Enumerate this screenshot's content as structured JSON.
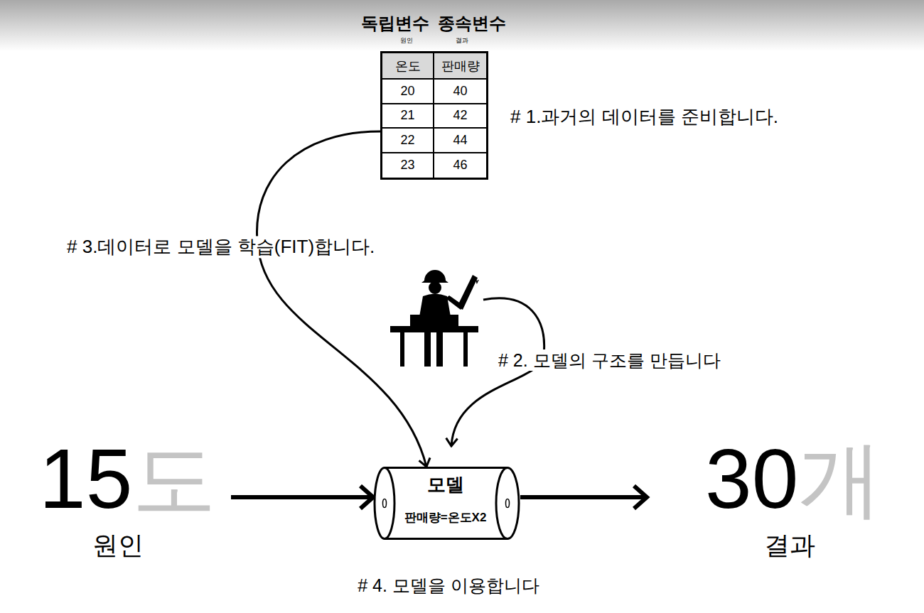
{
  "diagram": {
    "nodes": [
      {
        "text": [
          "온도",
          "판매량",
          "20",
          "40",
          "21",
          "42",
          "22",
          "44",
          "23",
          "46"
        ]
      },
      {
        "text": [
          "15",
          "도",
          "원인"
        ]
      },
      {
        "text": [
          "모델",
          "판매량=온도X2"
        ]
      },
      {
        "text": [
          "30",
          "개",
          "결과"
        ]
      }
    ],
    "edges": [
      {
        "from": 0,
        "to": 2,
        "arrow": "to",
        "label": "# 3.데이터로 모델을 학습(FIT)합니다."
      },
      {
        "from": 1,
        "to": 2,
        "arrow": "to"
      },
      {
        "from": 2,
        "to": 3,
        "arrow": "to"
      }
    ],
    "labels": [
      "독립변수",
      "원인",
      "종속변수",
      "결과",
      "# 1.과거의 데이터를 준비합니다.",
      "# 2. 모델의 구조를 만듭니다",
      "# 4. 모델을 이용합니다"
    ]
  }
}
